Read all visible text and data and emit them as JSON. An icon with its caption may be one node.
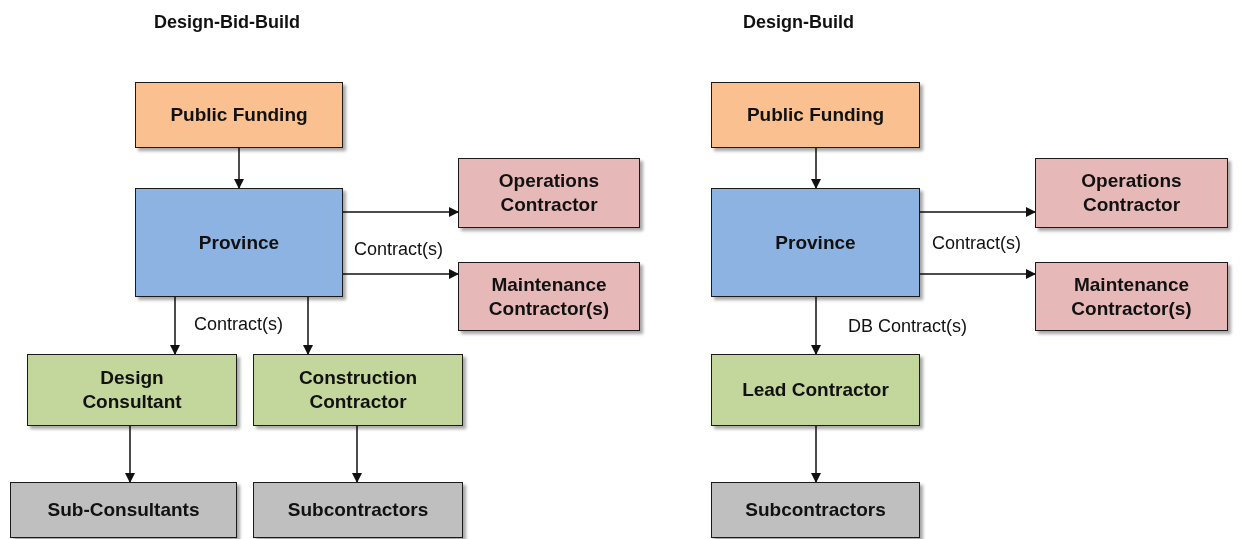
{
  "diagram": {
    "nodes": [
      {
        "text": [
          "Public Funding"
        ]
      },
      {
        "text": [
          "Province"
        ]
      },
      {
        "text": [
          "Operations Contractor"
        ]
      },
      {
        "text": [
          "Maintenance Contractor(s)"
        ]
      },
      {
        "text": [
          "Design Consultant"
        ]
      },
      {
        "text": [
          "Construction Contractor"
        ]
      },
      {
        "text": [
          "Sub-Consultants"
        ]
      },
      {
        "text": [
          "Subcontractors"
        ]
      },
      {
        "text": [
          "Public Funding"
        ]
      },
      {
        "text": [
          "Province"
        ]
      },
      {
        "text": [
          "Operations Contractor"
        ]
      },
      {
        "text": [
          "Maintenance Contractor(s)"
        ]
      },
      {
        "text": [
          "Lead Contractor"
        ]
      },
      {
        "text": [
          "Subcontractors"
        ]
      }
    ],
    "edges": [
      {
        "from": 0,
        "to": 1,
        "arrow": "to"
      },
      {
        "from": 1,
        "to": 2,
        "arrow": "to"
      },
      {
        "from": 1,
        "to": 3,
        "arrow": "to"
      },
      {
        "from": 1,
        "to": 4,
        "arrow": "to"
      },
      {
        "from": 1,
        "to": 5,
        "arrow": "to"
      },
      {
        "from": 4,
        "to": 6,
        "arrow": "to"
      },
      {
        "from": 5,
        "to": 7,
        "arrow": "to"
      },
      {
        "from": 8,
        "to": 9,
        "arrow": "to"
      },
      {
        "from": 9,
        "to": 10,
        "arrow": "to"
      },
      {
        "from": 9,
        "to": 11,
        "arrow": "to"
      },
      {
        "from": 9,
        "to": 12,
        "label": "DB Contract(s)",
        "arrow": "to"
      },
      {
        "from": 12,
        "to": 13,
        "arrow": "to"
      }
    ],
    "labels": [
      "Design-Bid-Build",
      "Design-Build",
      "Contract(s)",
      "Contract(s)",
      "Contract(s)"
    ]
  }
}
